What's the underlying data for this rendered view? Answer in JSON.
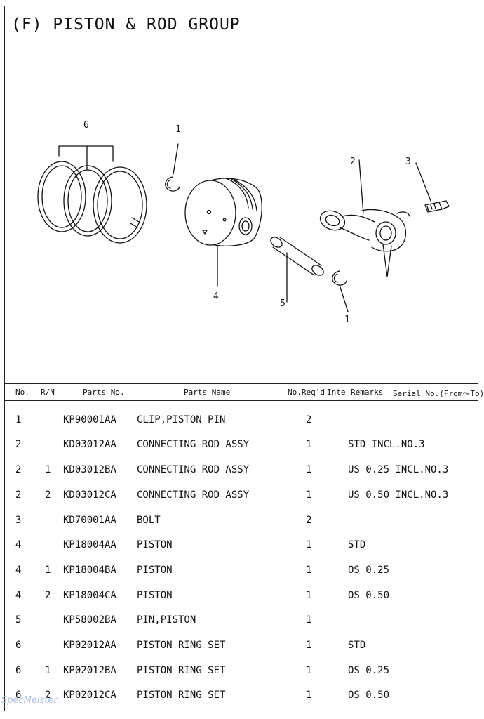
{
  "title": "(F) PISTON & ROD GROUP",
  "callouts": {
    "c6": "6",
    "c1a": "1",
    "c2": "2",
    "c3": "3",
    "c4": "4",
    "c5": "5",
    "c1b": "1"
  },
  "table": {
    "headers": {
      "no": "No.",
      "rn": "R/N",
      "parts_no": "Parts No.",
      "parts_name": "Parts Name",
      "req": "No.Req'd",
      "inte": "Inte",
      "remarks": "Remarks",
      "serial": "Serial No.(From～To)"
    },
    "rows": [
      {
        "no": "1",
        "rn": "",
        "parts_no": "KP90001AA",
        "name": "CLIP,PISTON PIN",
        "req": "2",
        "remarks": ""
      },
      {
        "no": "2",
        "rn": "",
        "parts_no": "KD03012AA",
        "name": "CONNECTING ROD ASSY",
        "req": "1",
        "remarks": "STD INCL.NO.3"
      },
      {
        "no": "2",
        "rn": "1",
        "parts_no": "KD03012BA",
        "name": "CONNECTING ROD ASSY",
        "req": "1",
        "remarks": "US 0.25 INCL.NO.3"
      },
      {
        "no": "2",
        "rn": "2",
        "parts_no": "KD03012CA",
        "name": "CONNECTING ROD ASSY",
        "req": "1",
        "remarks": "US 0.50 INCL.NO.3"
      },
      {
        "no": "3",
        "rn": "",
        "parts_no": "KD70001AA",
        "name": "BOLT",
        "req": "2",
        "remarks": ""
      },
      {
        "no": "4",
        "rn": "",
        "parts_no": "KP18004AA",
        "name": "PISTON",
        "req": "1",
        "remarks": "STD"
      },
      {
        "no": "4",
        "rn": "1",
        "parts_no": "KP18004BA",
        "name": "PISTON",
        "req": "1",
        "remarks": "OS 0.25"
      },
      {
        "no": "4",
        "rn": "2",
        "parts_no": "KP18004CA",
        "name": "PISTON",
        "req": "1",
        "remarks": "OS 0.50"
      },
      {
        "no": "5",
        "rn": "",
        "parts_no": "KP58002BA",
        "name": "PIN,PISTON",
        "req": "1",
        "remarks": ""
      },
      {
        "no": "6",
        "rn": "",
        "parts_no": "KP02012AA",
        "name": "PISTON RING SET",
        "req": "1",
        "remarks": "STD"
      },
      {
        "no": "6",
        "rn": "1",
        "parts_no": "KP02012BA",
        "name": "PISTON RING SET",
        "req": "1",
        "remarks": "OS 0.25"
      },
      {
        "no": "6",
        "rn": "2",
        "parts_no": "KP02012CA",
        "name": "PISTON RING SET",
        "req": "1",
        "remarks": "OS 0.50"
      }
    ]
  },
  "watermark": "SpecMeister"
}
